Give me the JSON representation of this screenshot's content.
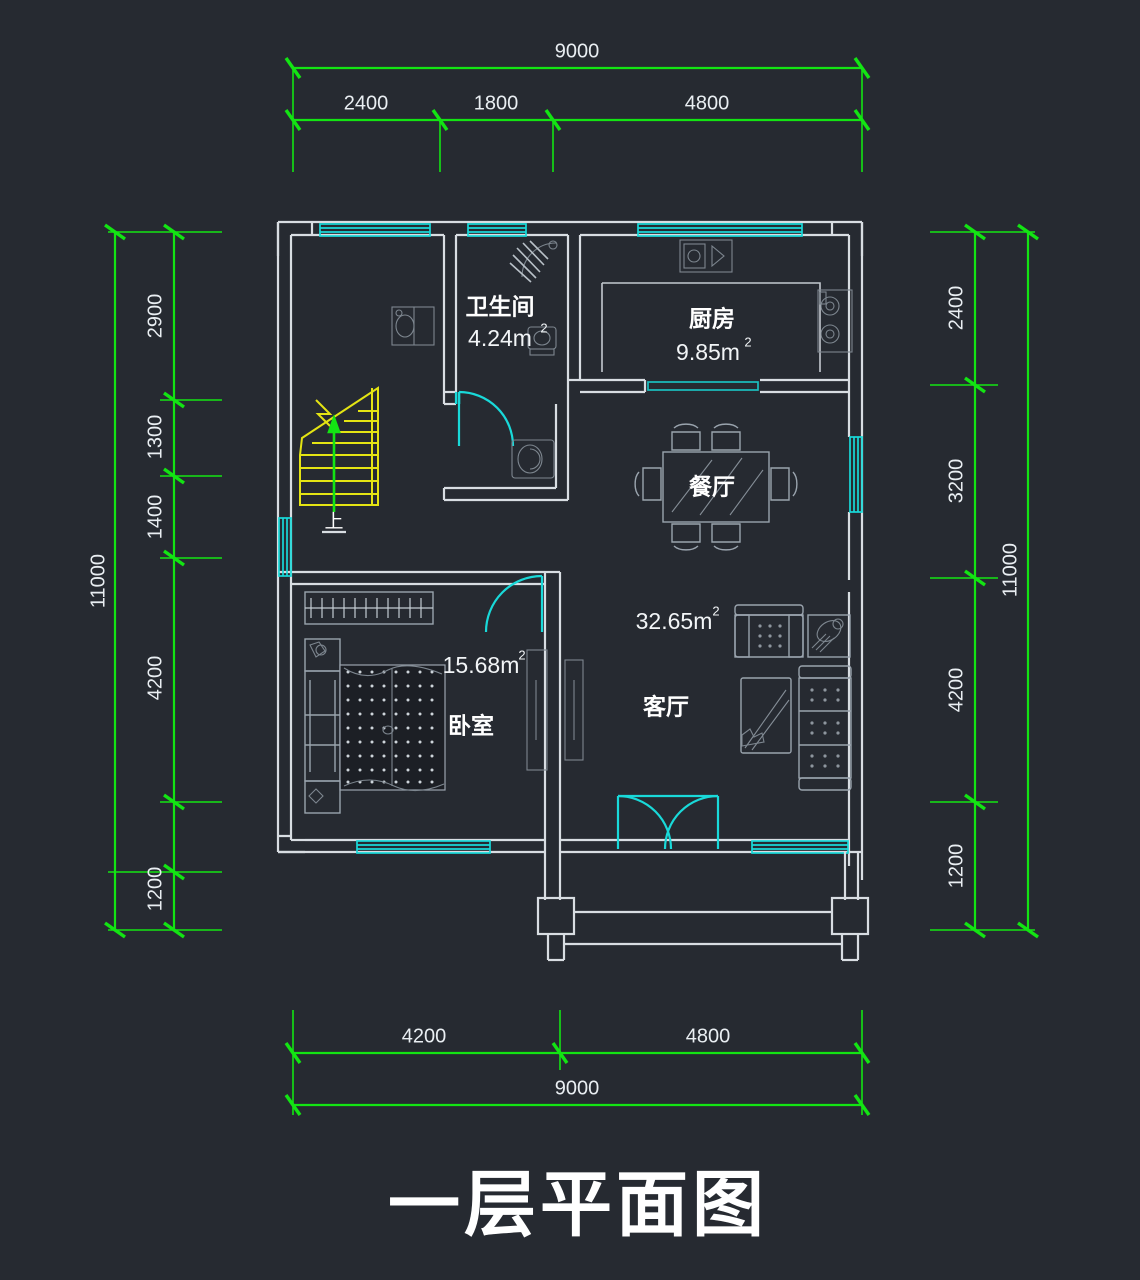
{
  "drawing": {
    "title": "一层平面图",
    "background_color": "#262a31",
    "dimension_color": "#13e413",
    "wall_color": "#d8dde2",
    "window_color": "#19d9d9",
    "stair_color": "#e4e413"
  },
  "dimensions": {
    "top": {
      "overall": "9000",
      "segments": [
        "2400",
        "1800",
        "4800"
      ]
    },
    "bottom": {
      "overall": "9000",
      "segments": [
        "4200",
        "4800"
      ]
    },
    "left": {
      "overall": "11000",
      "segments": [
        "2900",
        "1300",
        "1400",
        "4200",
        "1200"
      ]
    },
    "right": {
      "overall": "11000",
      "segments": [
        "2400",
        "3200",
        "4200",
        "1200"
      ]
    }
  },
  "rooms": [
    {
      "key": "bathroom",
      "name": "卫生间",
      "area": "4.24m",
      "area_num": "4.24",
      "unit": "m",
      "sup": "2"
    },
    {
      "key": "kitchen",
      "name": "厨房",
      "area": "9.85m",
      "area_num": "9.85",
      "unit": "m",
      "sup": "2"
    },
    {
      "key": "dining",
      "name": "餐厅",
      "area": "",
      "area_num": "",
      "unit": "",
      "sup": ""
    },
    {
      "key": "living",
      "name": "客厅",
      "area": "32.65m",
      "area_num": "32.65",
      "unit": "m",
      "sup": "2"
    },
    {
      "key": "bedroom",
      "name": "卧室",
      "area": "15.68m",
      "area_num": "15.68",
      "unit": "m",
      "sup": "2"
    }
  ],
  "labels": {
    "stair_direction": "上",
    "bathroom_name": "卫生间",
    "bathroom_area": "4.24m",
    "kitchen_name": "厨房",
    "kitchen_area": "9.85m",
    "dining_name": "餐厅",
    "living_name": "客厅",
    "living_area": "32.65m",
    "bedroom_name": "卧室",
    "bedroom_area": "15.68m",
    "superscript": "2"
  }
}
